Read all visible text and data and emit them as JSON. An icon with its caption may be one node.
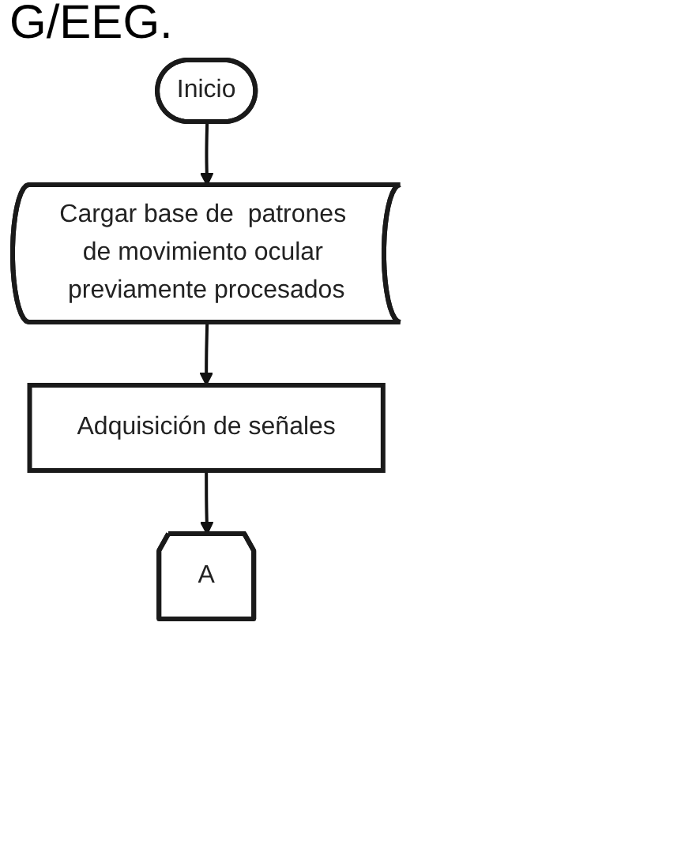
{
  "diagram": {
    "nodes": [
      {
        "text": [
          "Inicio"
        ]
      },
      {
        "text": [
          "Cargar base de  patrones de movimiento ocular previamente procesados"
        ]
      },
      {
        "text": [
          "Adquisición de señales"
        ]
      },
      {
        "text": [
          "A"
        ]
      }
    ],
    "edges": [
      {
        "from": 0,
        "to": 1,
        "arrow": "to"
      },
      {
        "from": 1,
        "to": 2,
        "arrow": "to"
      },
      {
        "from": 2,
        "to": 3,
        "arrow": "to"
      }
    ],
    "labels": [
      "G/EEG."
    ]
  }
}
